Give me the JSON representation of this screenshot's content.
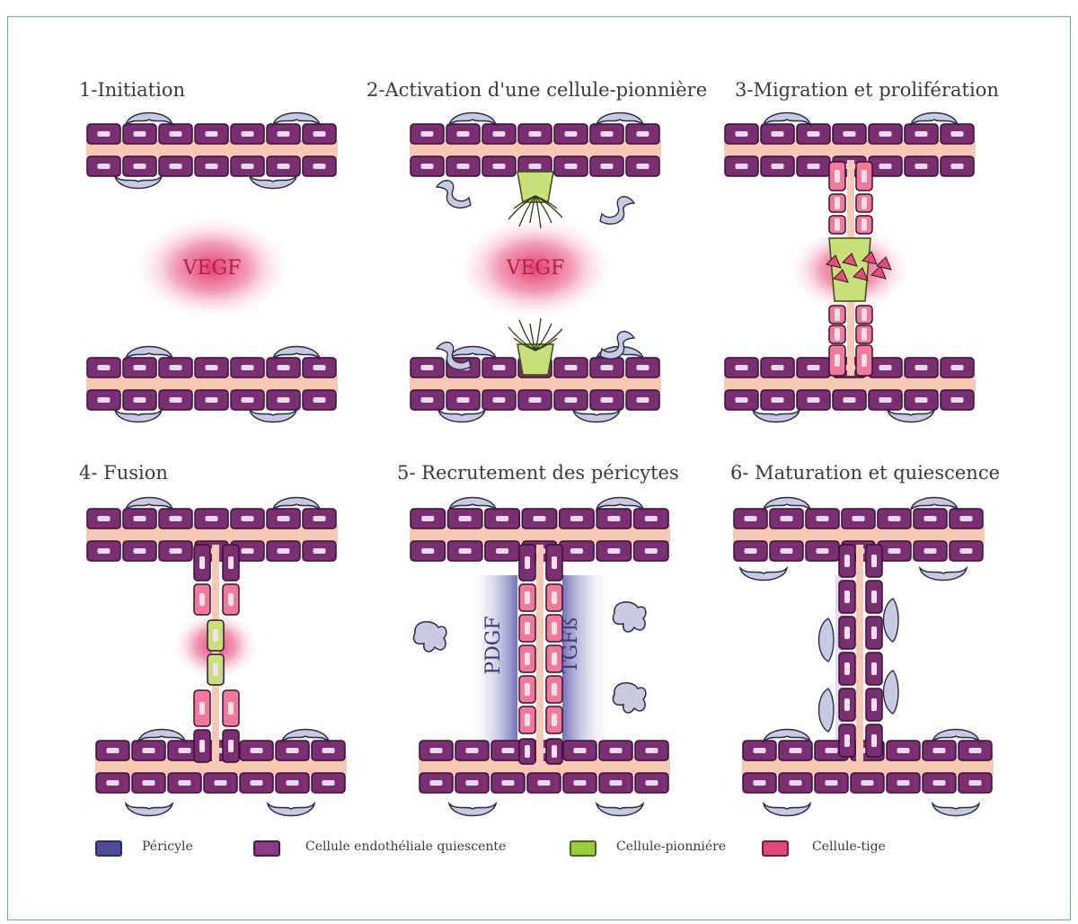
{
  "panels": [
    {
      "title": "1-Initiation"
    },
    {
      "title": "2-Activation d'une cellule-pionnière"
    },
    {
      "title": "3-Migration et prolifération"
    },
    {
      "title": "4- Fusion"
    },
    {
      "title": "5- Recrutement des péricytes"
    },
    {
      "title": "6- Maturation et quiescence"
    }
  ],
  "labels": {
    "vegf_1": "VEGF",
    "vegf_2": "VEGF",
    "pdgf": "PDGF",
    "tgfb": "TGFß"
  },
  "legend": [
    {
      "label": "Péricyle",
      "color": "#4b4b9a"
    },
    {
      "label": "Cellule endothéliale quiescente",
      "color": "#8a3a86"
    },
    {
      "label": "Cellule-pionniére",
      "color": "#9ccc3a"
    },
    {
      "label": "Cellule-tige",
      "color": "#e04a78"
    }
  ],
  "colors": {
    "vessel_lumen": "#f6c9b4",
    "endothelial": "#7a2f73",
    "pericyte": "#c8cbe0",
    "pioneer": "#c8e07a",
    "stalk": "#ef7a9a",
    "vegf_glow": "#e0336a"
  }
}
